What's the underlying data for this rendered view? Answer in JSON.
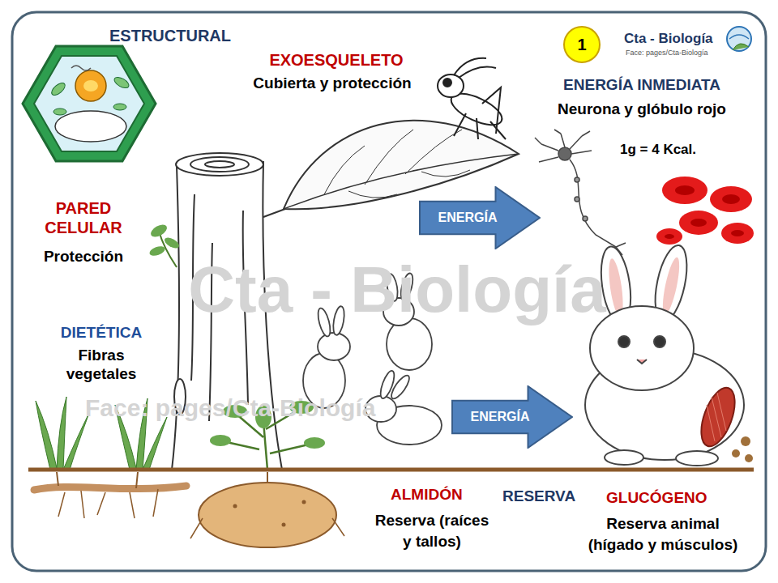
{
  "diagram": {
    "nodes": [
      {
        "text": [
          "1"
        ]
      },
      {
        "text": [
          "ENERGÍA"
        ]
      },
      {
        "text": [
          "ENERGÍA"
        ]
      }
    ],
    "labels": [
      "ESTRUCTURAL",
      "EXOESQUELETO",
      "Cubierta y protección",
      "Cta - Biología",
      "Face: pages/Cta-Biología",
      "ENERGÍA INMEDIATA",
      "Neurona y glóbulo rojo",
      "1g = 4 Kcal.",
      "PARED CELULAR",
      "Protección",
      "DIETÉTICA",
      "Fibras vegetales",
      "ALMIDÓN",
      "Reserva (raíces y tallos)",
      "RESERVA",
      "GLUCÓGENO",
      "Reserva animal (hígado y músculos)",
      "Cta - Biología",
      "Face: pages/Cta-Biología"
    ]
  }
}
